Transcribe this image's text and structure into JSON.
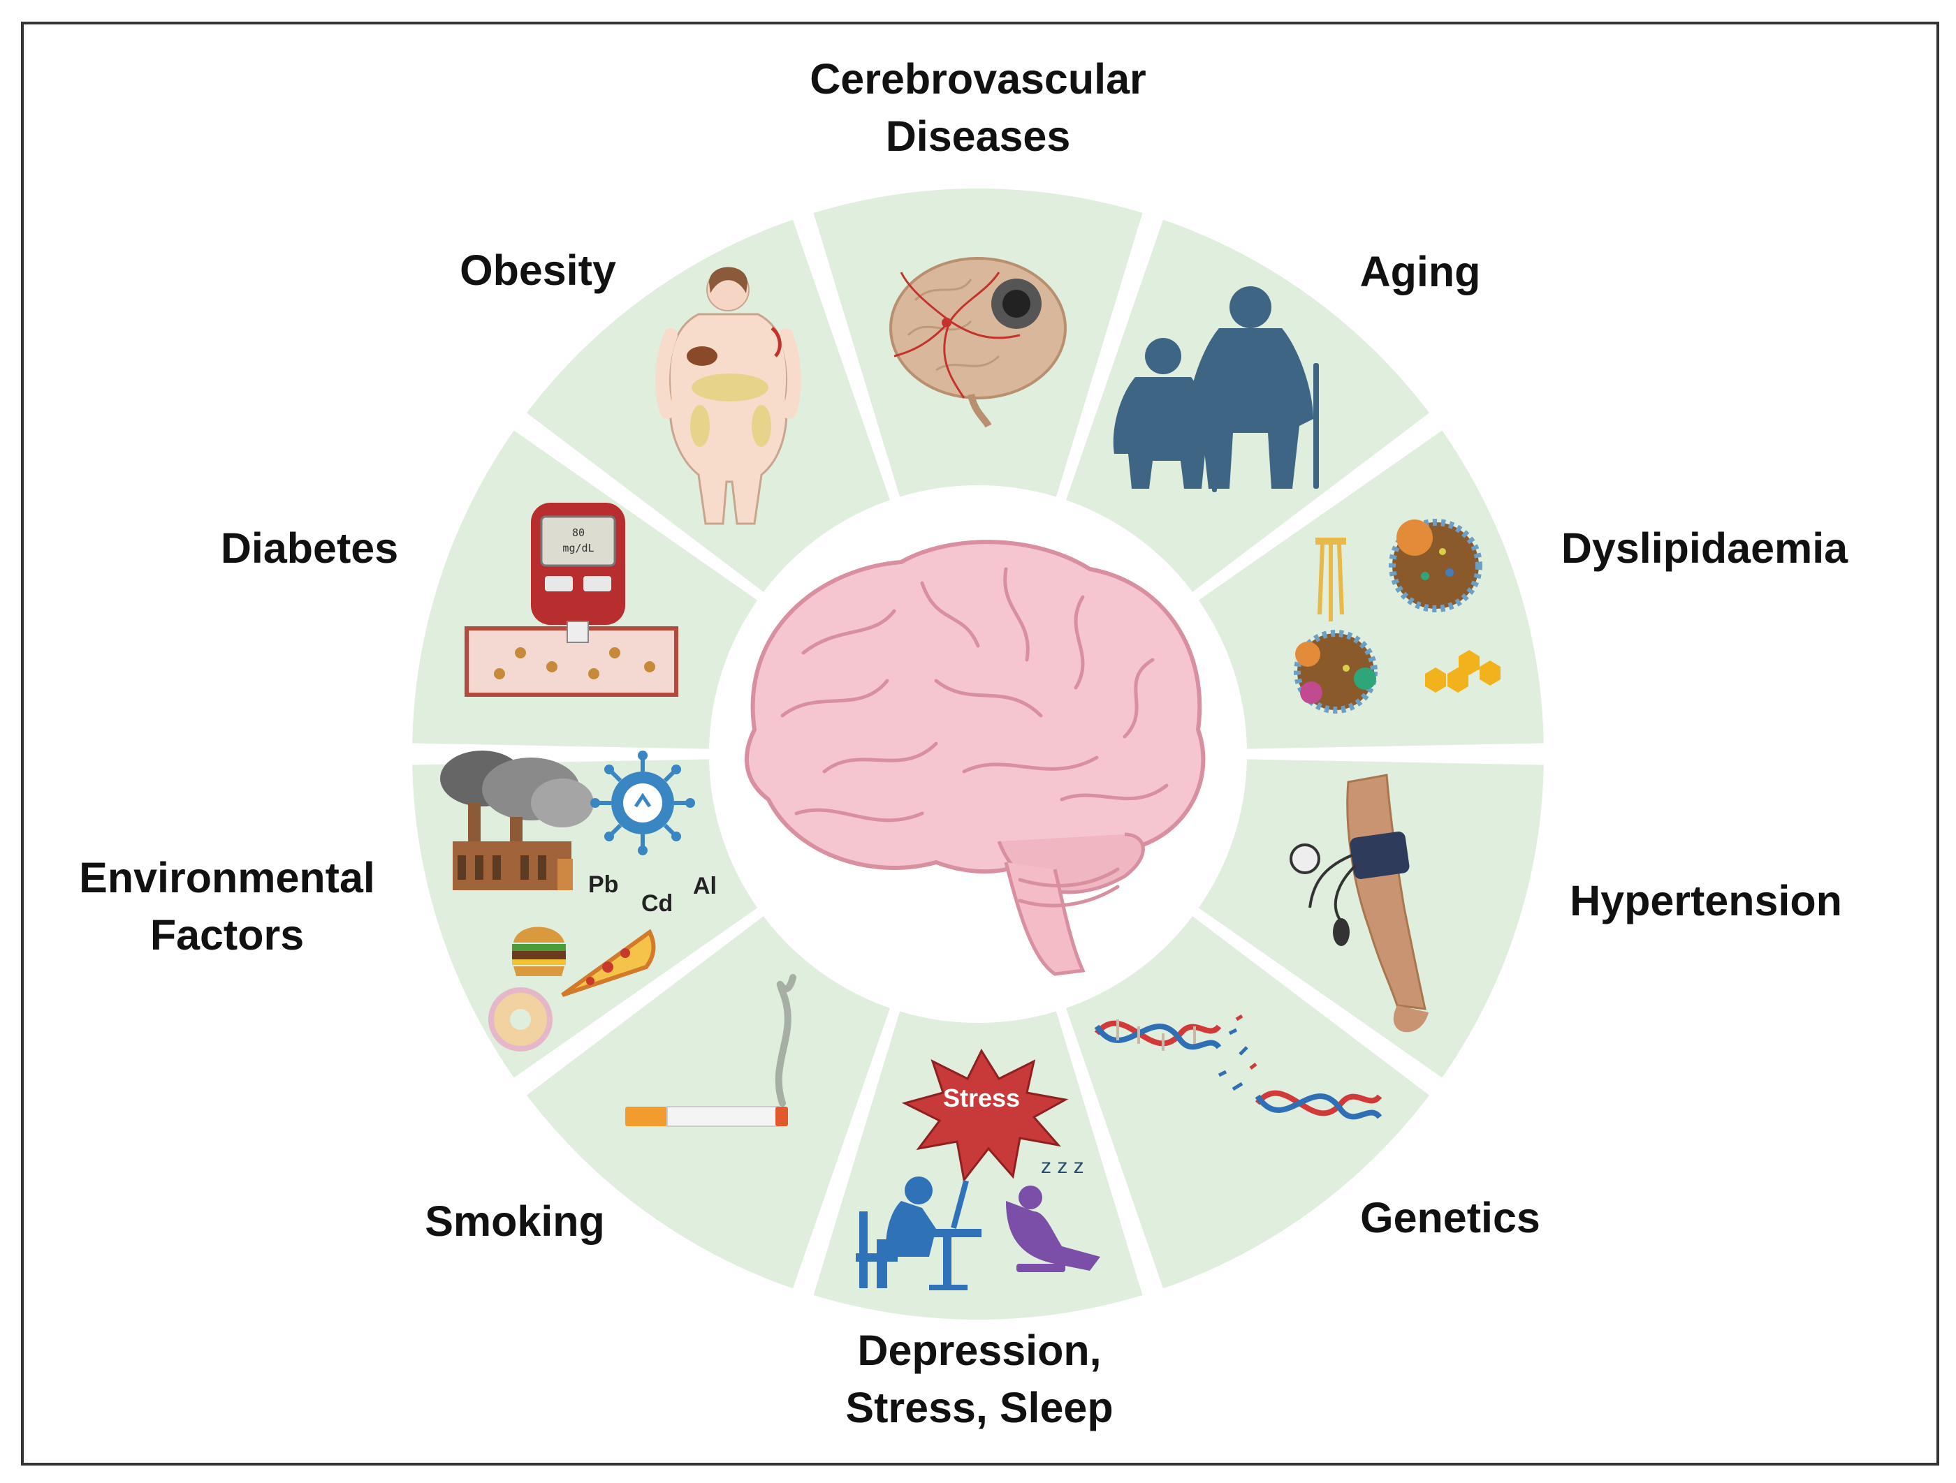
{
  "diagram": {
    "center": "brain",
    "segments": [
      {
        "id": "cerebrovascular",
        "label_lines": [
          "Cerebrovascular",
          "Diseases"
        ],
        "icon": "brain-lesion-icon"
      },
      {
        "id": "aging",
        "label_lines": [
          "Aging"
        ],
        "icon": "elderly-couple-icon"
      },
      {
        "id": "dyslipidaemia",
        "label_lines": [
          "Dyslipidaemia"
        ],
        "icon": "lipoprotein-icon"
      },
      {
        "id": "hypertension",
        "label_lines": [
          "Hypertension"
        ],
        "icon": "blood-pressure-cuff-icon"
      },
      {
        "id": "genetics",
        "label_lines": [
          "Genetics"
        ],
        "icon": "dna-icon"
      },
      {
        "id": "depression",
        "label_lines": [
          "Depression,",
          "Stress, Sleep"
        ],
        "icon": "stress-sleep-icon"
      },
      {
        "id": "smoking",
        "label_lines": [
          "Smoking"
        ],
        "icon": "cigarette-icon"
      },
      {
        "id": "environmental",
        "label_lines": [
          "Environmental",
          "Factors"
        ],
        "icon": "factory-virus-food-icon"
      },
      {
        "id": "diabetes",
        "label_lines": [
          "Diabetes"
        ],
        "icon": "glucometer-icon"
      },
      {
        "id": "obesity",
        "label_lines": [
          "Obesity"
        ],
        "icon": "obese-person-icon"
      }
    ],
    "icon_text": {
      "glucometer_value": "80",
      "glucometer_unit": "mg/dL",
      "stress_word": "Stress",
      "sleep_zs": "z z z",
      "metals": [
        "Pb",
        "Cd",
        "Al"
      ]
    },
    "colors": {
      "segment_fill": "#dfeedd",
      "border": "#333333",
      "brain_fill": "#f5c6cf",
      "brain_stroke": "#d88fa0",
      "figure_blue": "#3e6584",
      "dna_red": "#d23a3a",
      "dna_blue": "#2f6fb5"
    }
  }
}
